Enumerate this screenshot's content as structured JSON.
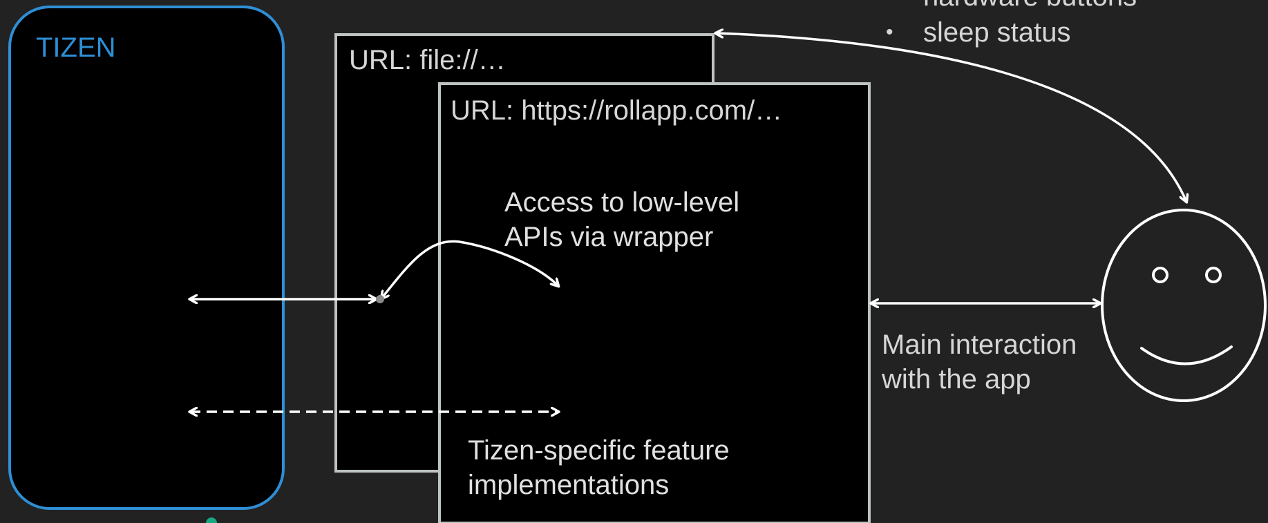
{
  "colors": {
    "background": "#222222",
    "device_border": "#2e8fd6",
    "tizen_label": "#2e8fd6",
    "window_border": "#bdc3c1",
    "text": "#d6d6d6",
    "arrow": "#ffffff",
    "accent_dot": "#19a884"
  },
  "tizen": {
    "label": "TIZEN"
  },
  "windows": {
    "back": {
      "url": "URL: file://…"
    },
    "front": {
      "url": "URL: https://rollapp.com/…"
    }
  },
  "bullets": {
    "items": [
      "hardware buttons",
      "sleep status"
    ]
  },
  "annotations": {
    "low_level_api": [
      "Access to low-level",
      "APIs via wrapper"
    ],
    "feature_impl": [
      "Tizen-specific feature",
      "implementations"
    ],
    "main_interaction": [
      "Main interaction",
      "with the app"
    ]
  },
  "user": {
    "icon": "smiley-face-icon"
  }
}
